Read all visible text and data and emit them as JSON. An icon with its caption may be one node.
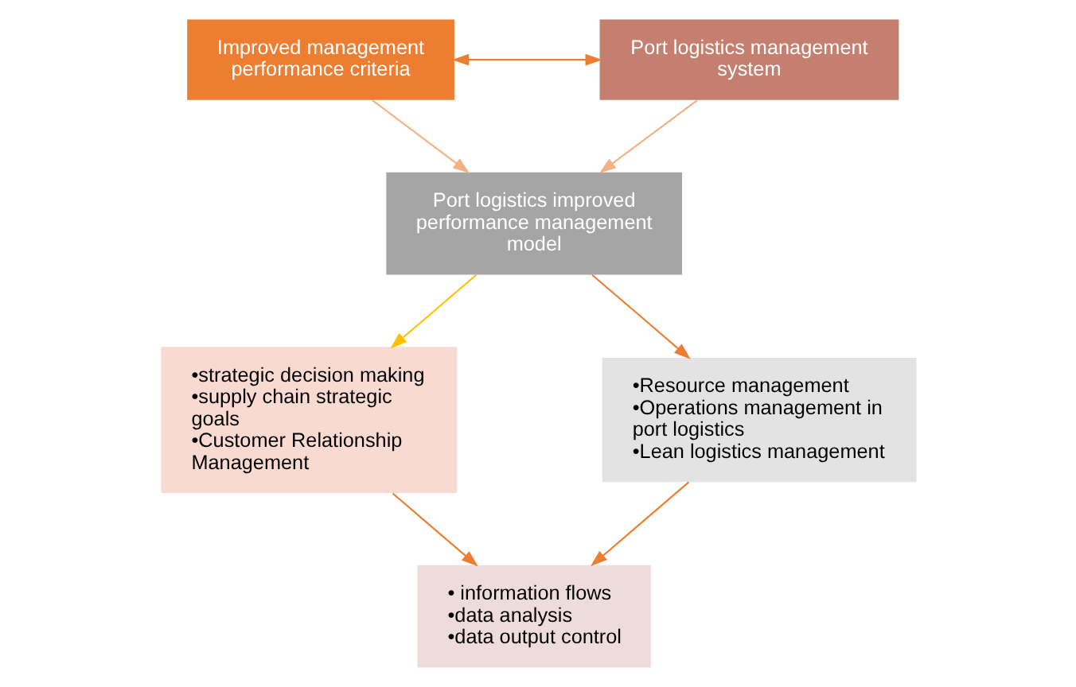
{
  "diagram": {
    "nodes": [
      {
        "text": [
          "Improved management performance criteria"
        ]
      },
      {
        "text": [
          "Port logistics management system"
        ]
      },
      {
        "text": [
          "Port logistics improved performance management model"
        ]
      },
      {
        "text": [
          "•strategic decision making",
          "•supply chain strategic goals",
          "•Customer Relationship Management"
        ]
      },
      {
        "text": [
          "•Resource management",
          "•Operations management in port logistics",
          "•Lean logistics management"
        ]
      },
      {
        "text": [
          "• information flows",
          "•data analysis",
          "•data output control"
        ]
      }
    ],
    "edges": [
      {
        "from": 0,
        "to": 1,
        "arrow": "both"
      },
      {
        "from": 0,
        "to": 2,
        "arrow": "to",
        "color": "#f4b183"
      },
      {
        "from": 1,
        "to": 2,
        "arrow": "to",
        "color": "#f4b183"
      },
      {
        "from": 2,
        "to": 3,
        "arrow": "to",
        "color": "#ffc000"
      },
      {
        "from": 2,
        "to": 4,
        "arrow": "to"
      },
      {
        "from": 3,
        "to": 5,
        "arrow": "to"
      },
      {
        "from": 4,
        "to": 5,
        "arrow": "to"
      }
    ]
  }
}
